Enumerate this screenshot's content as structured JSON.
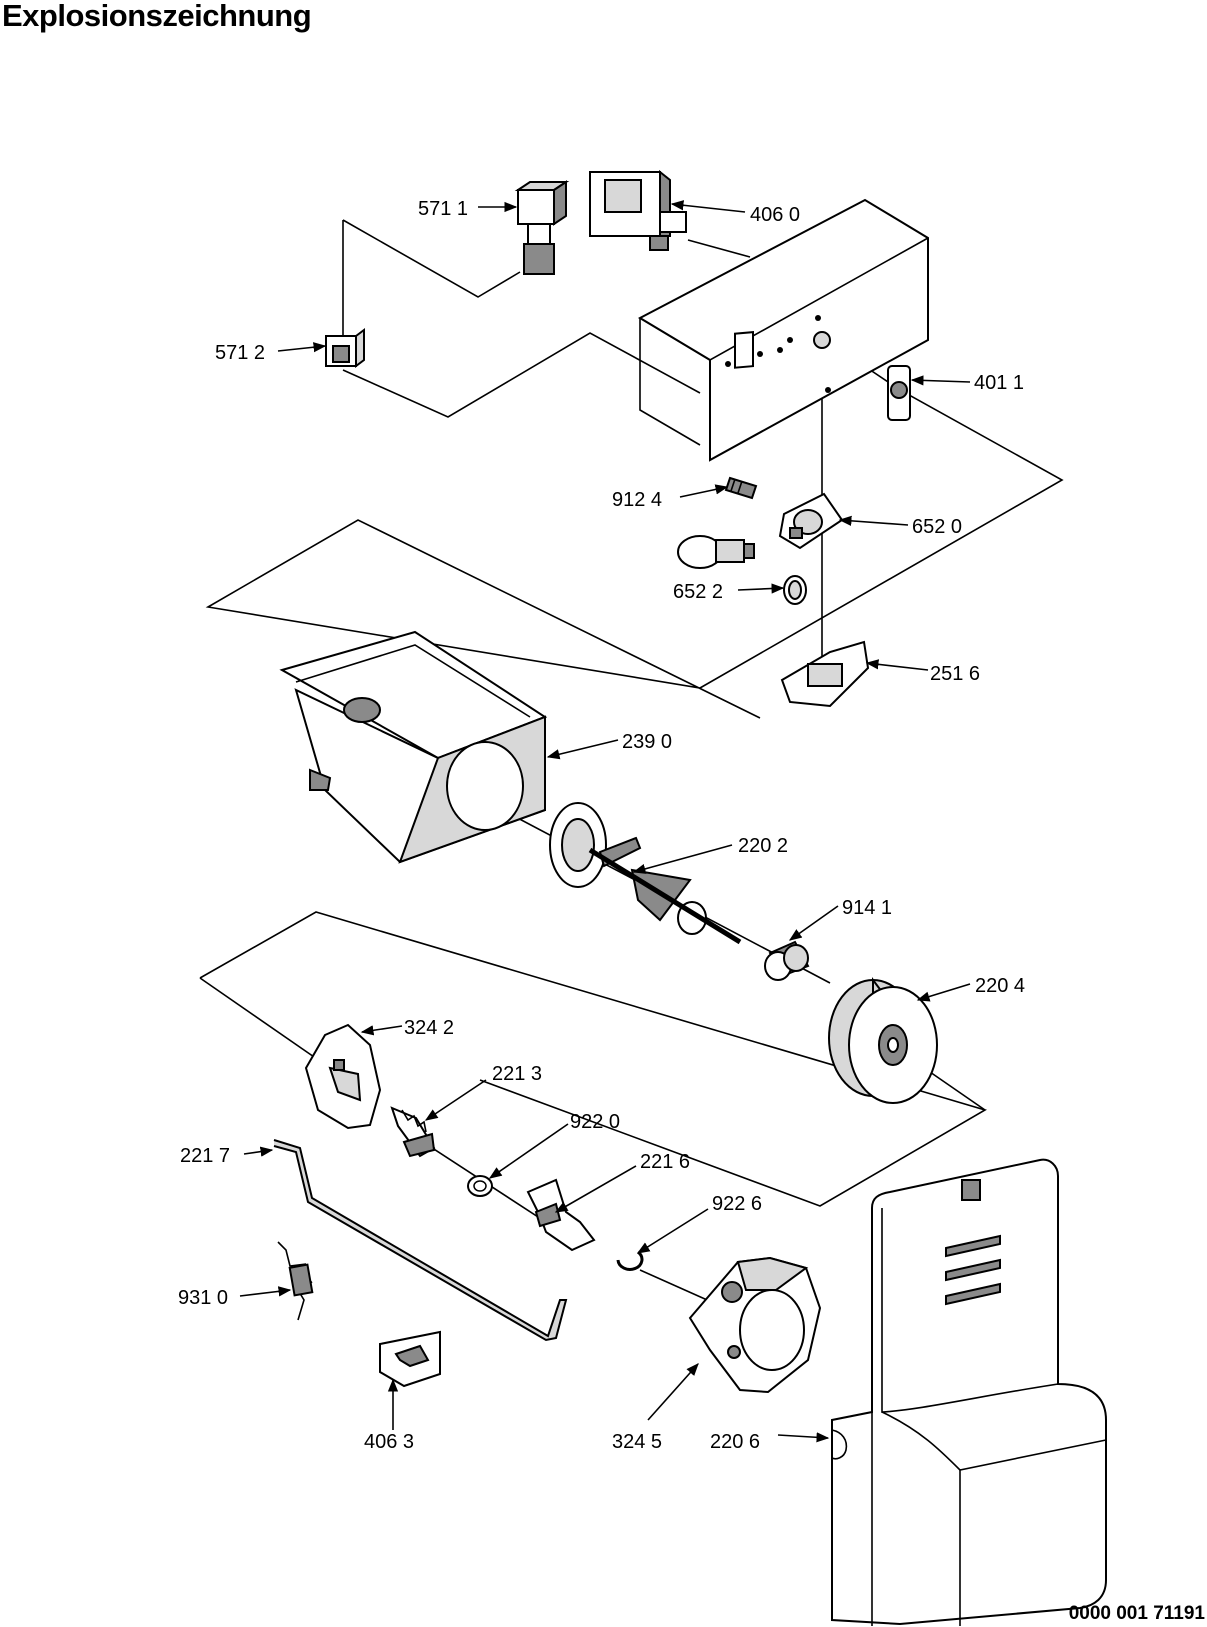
{
  "title": "Explosionszeichnung",
  "document_number": "0000 001 71191",
  "parts": [
    {
      "label": "571 1"
    },
    {
      "label": "406 0"
    },
    {
      "label": "571 2"
    },
    {
      "label": "401 1"
    },
    {
      "label": "912 4"
    },
    {
      "label": "652 0"
    },
    {
      "label": "652 2"
    },
    {
      "label": "251 6"
    },
    {
      "label": "239 0"
    },
    {
      "label": "220 2"
    },
    {
      "label": "914 1"
    },
    {
      "label": "220 4"
    },
    {
      "label": "324 2"
    },
    {
      "label": "221 3"
    },
    {
      "label": "922 0"
    },
    {
      "label": "221 6"
    },
    {
      "label": "221 7"
    },
    {
      "label": "922 6"
    },
    {
      "label": "931 0"
    },
    {
      "label": "406 3"
    },
    {
      "label": "324 5"
    },
    {
      "label": "220 6"
    }
  ]
}
